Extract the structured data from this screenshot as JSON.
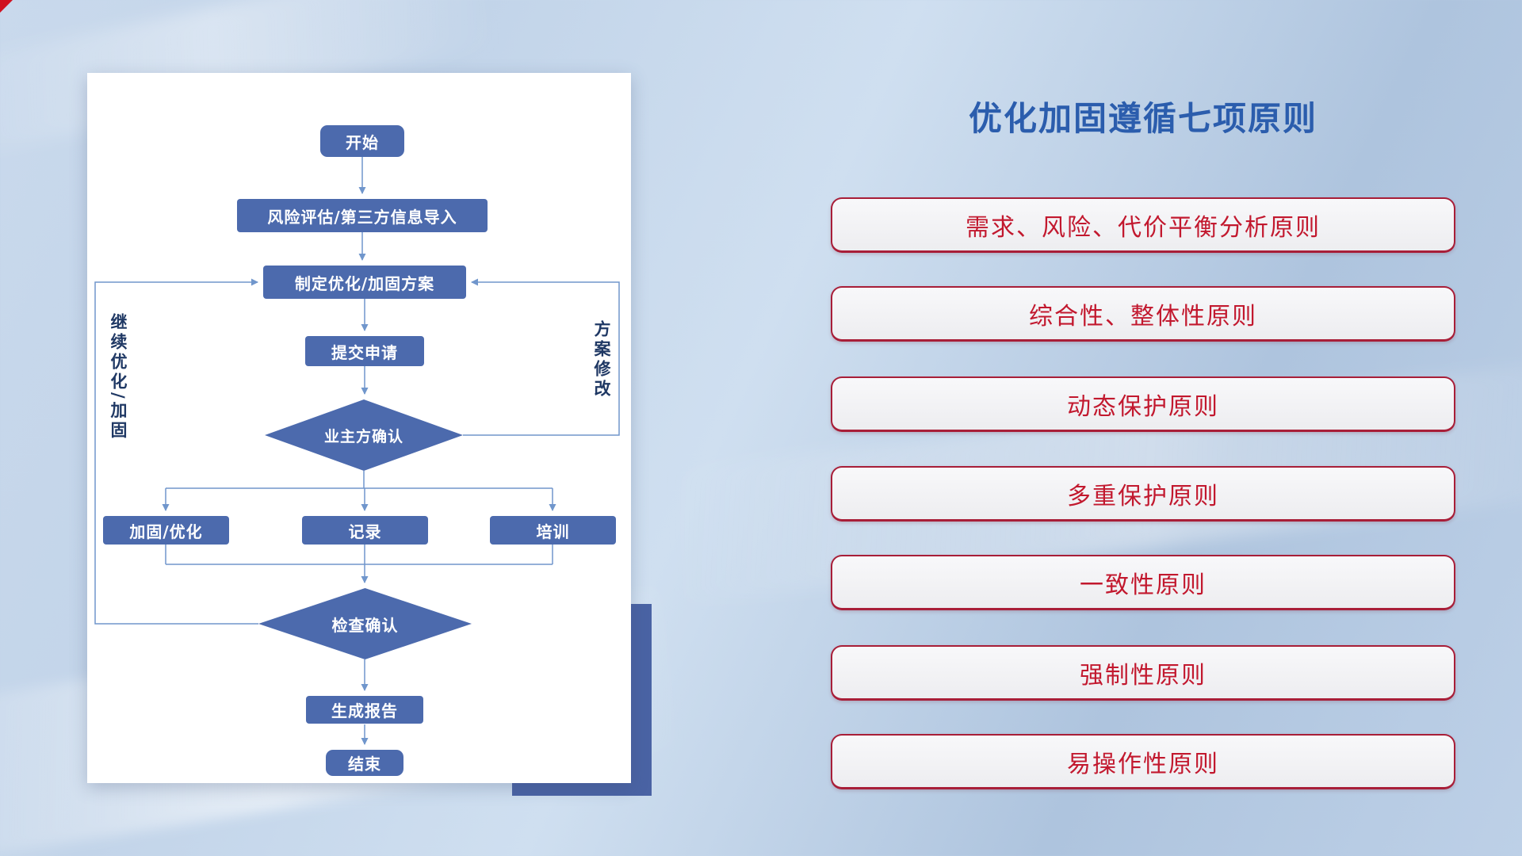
{
  "background": {
    "base_color": "#c2d4e9"
  },
  "flowchart": {
    "node_fill": "#4c6aad",
    "line_color": "#7096cc",
    "nodes": {
      "start": "开始",
      "risk_import": "风险评估/第三方信息导入",
      "make_plan": "制定优化/加固方案",
      "submit": "提交申请",
      "owner_confirm": "业主方确认",
      "reinforce": "加固/优化",
      "record": "记录",
      "training": "培训",
      "check_confirm": "检查确认",
      "report": "生成报告",
      "end": "结束"
    },
    "loop_labels": {
      "left": "继续优化/加固",
      "right": "方案修改"
    }
  },
  "principles": {
    "title": "优化加固遵循七项原则",
    "title_color": "#2b5dad",
    "text_color": "#c2182e",
    "border_color": "#a81e38",
    "items": [
      "需求、风险、代价平衡分析原则",
      "综合性、整体性原则",
      "动态保护原则",
      "多重保护原则",
      "一致性原则",
      "强制性原则",
      "易操作性原则"
    ]
  }
}
